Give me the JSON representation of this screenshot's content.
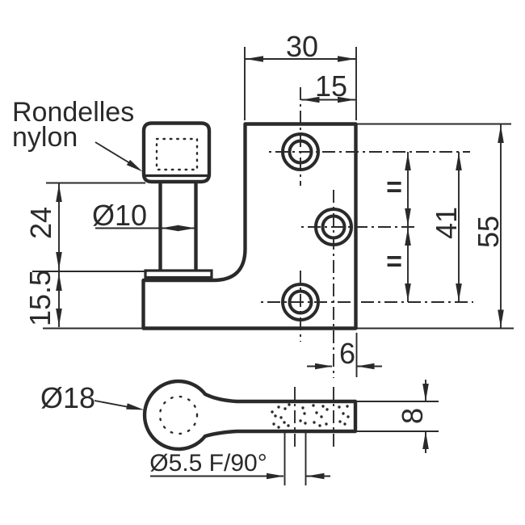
{
  "drawing": {
    "background": "#ffffff",
    "line_color": "#2a2a2a",
    "annotation": {
      "washer_label_line1": "Rondelles",
      "washer_label_line2": "nylon"
    },
    "front_view": {
      "plate_width": "30",
      "hole_edge_offset": "15",
      "plate_height": "55",
      "hole_span": "41",
      "pin_length": "24",
      "base_height": "15.5",
      "pin_diameter": "Ø10",
      "hole_to_edge": "6",
      "equal_mark_upper": "=",
      "equal_mark_lower": "="
    },
    "bottom_view": {
      "eye_diameter": "Ø18",
      "arm_thickness": "8",
      "hole_spec": "Ø5.5 F/90°"
    }
  }
}
